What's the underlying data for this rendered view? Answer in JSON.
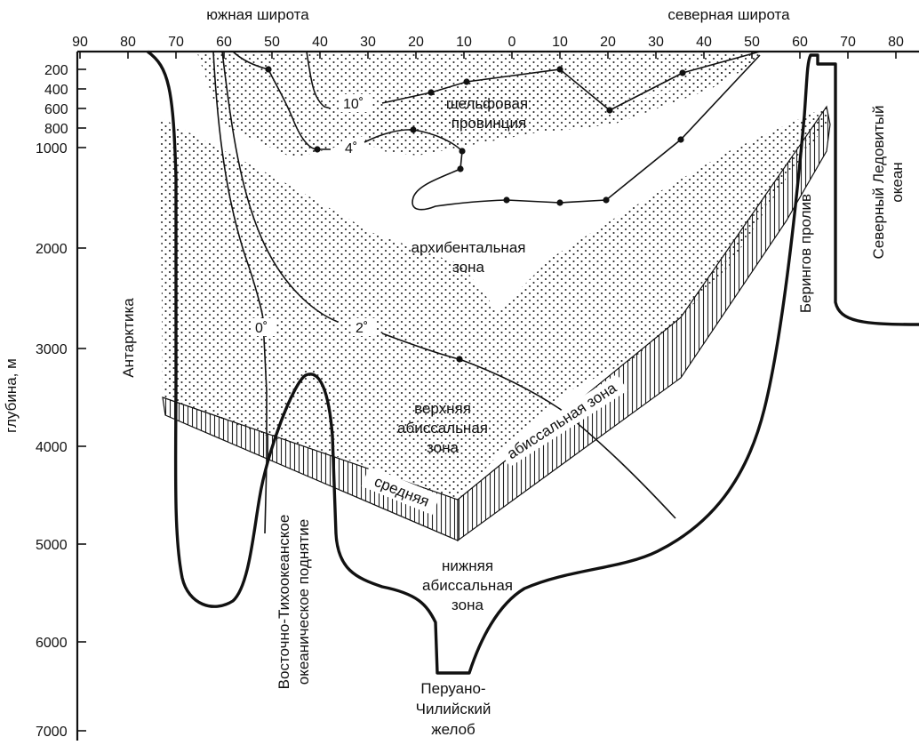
{
  "header": {
    "south_latitude": "южная широта",
    "north_latitude": "северная широта"
  },
  "latitude_ticks": [
    "90",
    "80",
    "70",
    "60",
    "50",
    "40",
    "30",
    "20",
    "10",
    "0",
    "10",
    "20",
    "30",
    "40",
    "50",
    "60",
    "70",
    "80"
  ],
  "depth_axis": {
    "label": "глубина, м",
    "ticks": [
      "200",
      "400",
      "600",
      "800",
      "1000",
      "2000",
      "3000",
      "4000",
      "5000",
      "6000",
      "7000"
    ]
  },
  "zones": {
    "shelf_line1": "шельфовая",
    "shelf_line2": "провинция",
    "archibenthal_line1": "архибентальная",
    "archibenthal_line2": "зона",
    "upper_abyssal_line1": "верхняя",
    "upper_abyssal_line2": "абиссальная",
    "upper_abyssal_line3": "зона",
    "middle": "средняя",
    "abyssal_zone": "абиссальная зона",
    "lower_abyssal_line1": "нижняя",
    "lower_abyssal_line2": "абиссальная",
    "lower_abyssal_line3": "зона"
  },
  "isotherms": {
    "t10": "10˚",
    "t4": "4˚",
    "t2": "2˚",
    "t0": "0˚"
  },
  "geography": {
    "antarctica": "Антарктика",
    "east_pacific_rise_line1": "Восточно-Тихоокеанское",
    "east_pacific_rise_line2": "океаническое поднятие",
    "peru_chile_line1": "Перуано-",
    "peru_chile_line2": "Чилийский",
    "peru_chile_line3": "желоб",
    "bering_strait": "Берингов пролив",
    "arctic_line1": "Северный Ледовитый",
    "arctic_line2": "океан"
  }
}
